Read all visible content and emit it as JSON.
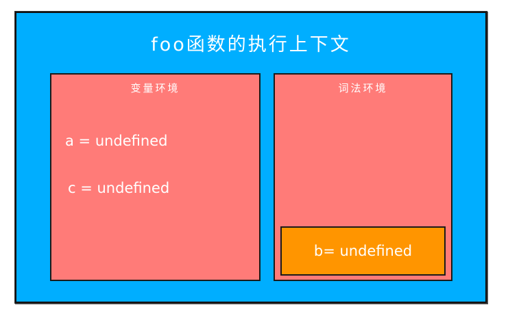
{
  "diagram": {
    "title": "foo函数的执行上下文",
    "colors": {
      "context_background": "#00AEFF",
      "environment_background": "#FF7B78",
      "block_background": "#FF9500",
      "text": "#FFFFFF",
      "border": "#1A1A1A"
    },
    "variable_environment": {
      "title": "变量环境",
      "bindings": [
        "a = undefined",
        "c = undefined"
      ]
    },
    "lexical_environment": {
      "title": "词法环境",
      "blocks": [
        {
          "bindings": [
            "b= undefined"
          ]
        }
      ]
    }
  }
}
